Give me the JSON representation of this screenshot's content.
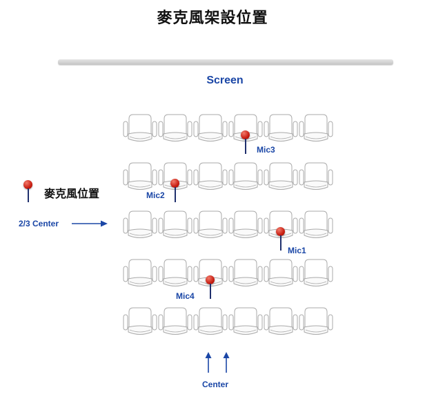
{
  "title": "麥克風架設位置",
  "screen": {
    "label": "Screen"
  },
  "legend": {
    "label": "麥克風位置",
    "icon": "microphone-marker-icon"
  },
  "seating": {
    "rows": 5,
    "seats_per_row": 6
  },
  "microphones": [
    {
      "label": "Mic3",
      "row": 1,
      "seat": 4
    },
    {
      "label": "Mic2",
      "row": 2,
      "seat": 2
    },
    {
      "label": "Mic1",
      "row": 3,
      "seat": 5
    },
    {
      "label": "Mic4",
      "row": 4,
      "seat": 3
    }
  ],
  "annotations": {
    "two_thirds": "2/3 Center",
    "center": "Center"
  },
  "colors": {
    "blue": "#1a46a6",
    "mic_red": "#d02418",
    "seat_stroke": "#a9a9a9",
    "screen_gray": "#cccccc"
  }
}
